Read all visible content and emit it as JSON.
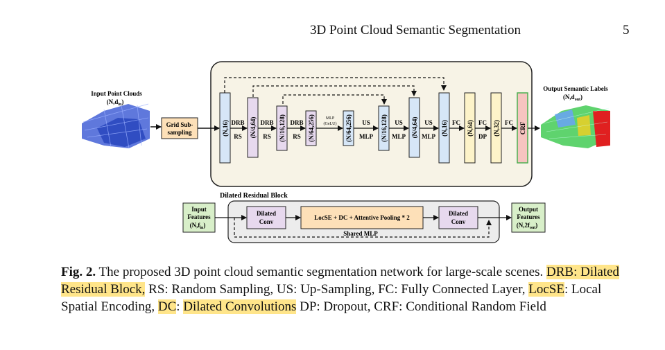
{
  "header": {
    "title": "3D Point Cloud Semantic Segmentation",
    "page_number": "5"
  },
  "diagram": {
    "input_label": "Input Point Clouds",
    "input_dim": "(N,d",
    "input_dim_sub": "in",
    "output_label": "Output Semantic Labels",
    "output_dim": "(N,d",
    "output_dim_sub": "out",
    "grid_box_line1": "Grid Sub-",
    "grid_box_line2": "sampling",
    "blocks": {
      "b1": "(N,16)",
      "b2": "(N/4,64)",
      "b3": "(N/16,128)",
      "b4": "(N/64,256)",
      "b5": "(N/64,256)",
      "b6": "(N/16,128)",
      "b7": "(N/4,64)",
      "b8": "(N,16)",
      "b9": "(N,64)",
      "b10": "(N,32)",
      "crf": "CRF"
    },
    "ops": {
      "drb": "DRB",
      "rs": "RS",
      "mlp_small1": "MLP",
      "mlp_small2": "(GeLU)",
      "us": "US",
      "mlp": "MLP",
      "fc": "FC",
      "dp": "DP"
    },
    "drb_title": "Dilated Residual Block",
    "input_features": [
      "Input",
      "Features",
      "(N,f"
    ],
    "input_features_sub": "in",
    "output_features": [
      "Output",
      "Features",
      "(N,2f"
    ],
    "output_features_sub": "out",
    "dilated_conv": [
      "Dilated",
      "Conv"
    ],
    "locse_box": "LocSE + DC + Attentive Pooling * 2",
    "shared_mlp": "Shared MLP"
  },
  "caption": {
    "label": "Fig. 2.",
    "t1": " The proposed 3D point cloud semantic segmentation network for large-scale scenes. ",
    "h1": "DRB: Dilated Residual Block,",
    "t2": " RS: Random Sampling, US: Up-Sampling, FC: Fully Connected Layer, ",
    "h2": "LocSE",
    "t3": ": Local Spatial Encoding, ",
    "h3": "DC",
    "t4": ": ",
    "h4": "Dilated Convolutions",
    "t5": " DP: Dropout, CRF: Conditional Random Field"
  },
  "colors": {
    "blue_block": "#d6e6f7",
    "purple_block": "#e7d9ee",
    "yellow_block": "#fdf3c9",
    "crf_block": "#f6c4c0",
    "crf_border": "#4caf50",
    "orange_box": "#fde0b8",
    "green_box": "#d8efc9",
    "panel": "#f7f3e6",
    "drb_panel": "#ececec",
    "highlight": "#ffe58a"
  }
}
